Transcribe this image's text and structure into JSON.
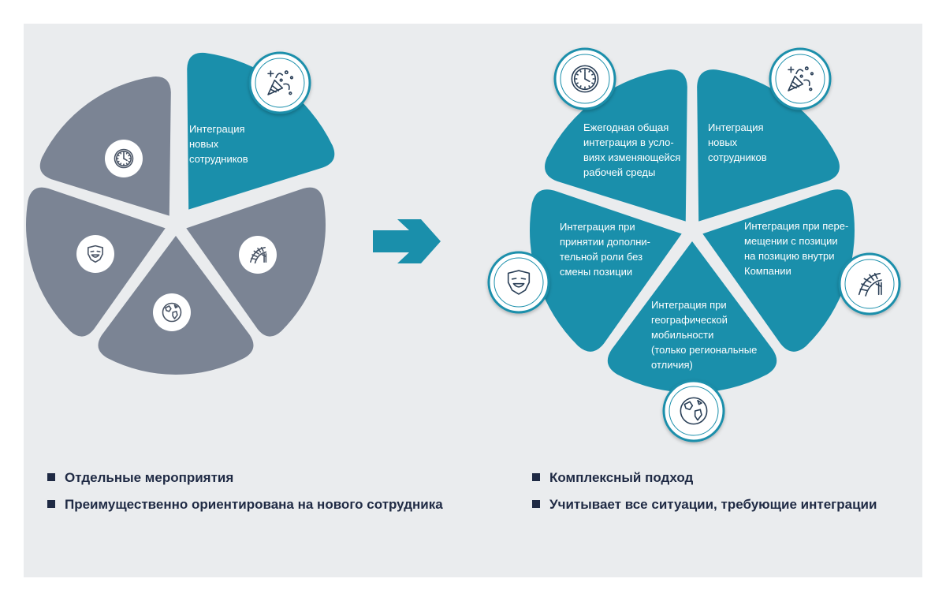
{
  "left_diagram": {
    "segments": [
      {
        "id": "new-employees",
        "label_lines": [
          "Интеграция",
          "новых",
          "сотрудников"
        ],
        "icon": "confetti-icon",
        "highlighted": true
      },
      {
        "id": "role",
        "label_lines": [],
        "icon": "mask-icon",
        "highlighted": false
      },
      {
        "id": "mobility",
        "label_lines": [],
        "icon": "globe-icon",
        "highlighted": false
      },
      {
        "id": "transfer",
        "label_lines": [],
        "icon": "railroad-icon",
        "highlighted": false
      },
      {
        "id": "annual",
        "label_lines": [],
        "icon": "clock-icon",
        "highlighted": false
      }
    ]
  },
  "arrow": {
    "icon": "arrow-right-icon"
  },
  "right_diagram": {
    "segments": [
      {
        "id": "annual",
        "label_lines": [
          "Ежегодная общая",
          "интеграция в усло-",
          "виях изменяющейся",
          "рабочей среды"
        ],
        "icon": "clock-icon"
      },
      {
        "id": "new-employees",
        "label_lines": [
          "Интеграция",
          "новых",
          "сотрудников"
        ],
        "icon": "confetti-icon"
      },
      {
        "id": "transfer",
        "label_lines": [
          "Интеграция при пере-",
          "мещении с позиции",
          "на позицию внутри",
          "Компании"
        ],
        "icon": "railroad-icon"
      },
      {
        "id": "mobility",
        "label_lines": [
          "Интеграция при",
          "географической",
          "мобильности",
          "(только региональные",
          "отличия)"
        ],
        "icon": "globe-icon"
      },
      {
        "id": "role",
        "label_lines": [
          "Интеграция при",
          "принятии дополни-",
          "тельной роли без",
          "смены позиции"
        ],
        "icon": "mask-icon"
      }
    ]
  },
  "bullets_left": [
    "Отдельные мероприятия",
    "Преимущественно ориентирована на нового сотрудника"
  ],
  "bullets_right": [
    "Комплексный подход",
    "Учитывает все ситуации, требующие интеграции"
  ],
  "colors": {
    "teal": "#1a8fab",
    "grey": "#7b8494",
    "panel": "#eaecee",
    "text_dark": "#1f2a44",
    "icon_stroke": "#1a8fab"
  }
}
